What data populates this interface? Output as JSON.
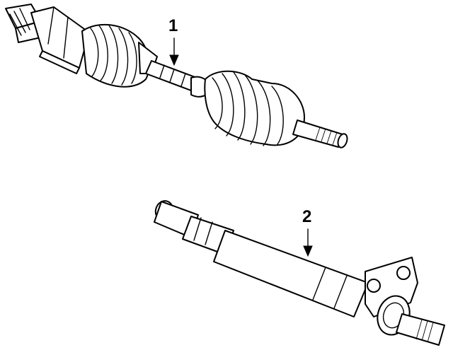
{
  "diagram": {
    "callouts": [
      {
        "id": "1",
        "label": "1",
        "part": "upper-axle-shaft-with-cv-joints"
      },
      {
        "id": "2",
        "label": "2",
        "part": "lower-intermediate-shaft"
      }
    ]
  }
}
